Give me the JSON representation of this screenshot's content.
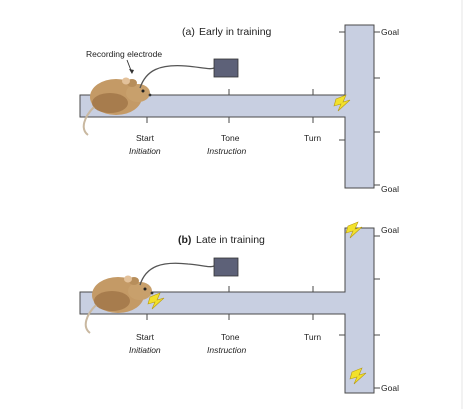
{
  "panel_a": {
    "title_letter": "(a)",
    "title_text": "Early in training",
    "electrode_label": "Recording electrode",
    "labels": {
      "start": "Start",
      "initiation": "Initiation",
      "tone": "Tone",
      "instruction": "Instruction",
      "turn": "Turn"
    },
    "goal_top": "Goal",
    "goal_bottom": "Goal"
  },
  "panel_b": {
    "title_letter": "(b)",
    "title_text": "Late in training",
    "labels": {
      "start": "Start",
      "initiation": "Initiation",
      "tone": "Tone",
      "instruction": "Instruction",
      "turn": "Turn"
    },
    "goal_top": "Goal",
    "goal_bottom": "Goal"
  },
  "colors": {
    "maze_fill": "#c8cfe1",
    "maze_stroke": "#4a4a4a",
    "recorder": "#5d6178",
    "lightning": "#f2e12b",
    "rat": "#c49a66"
  }
}
